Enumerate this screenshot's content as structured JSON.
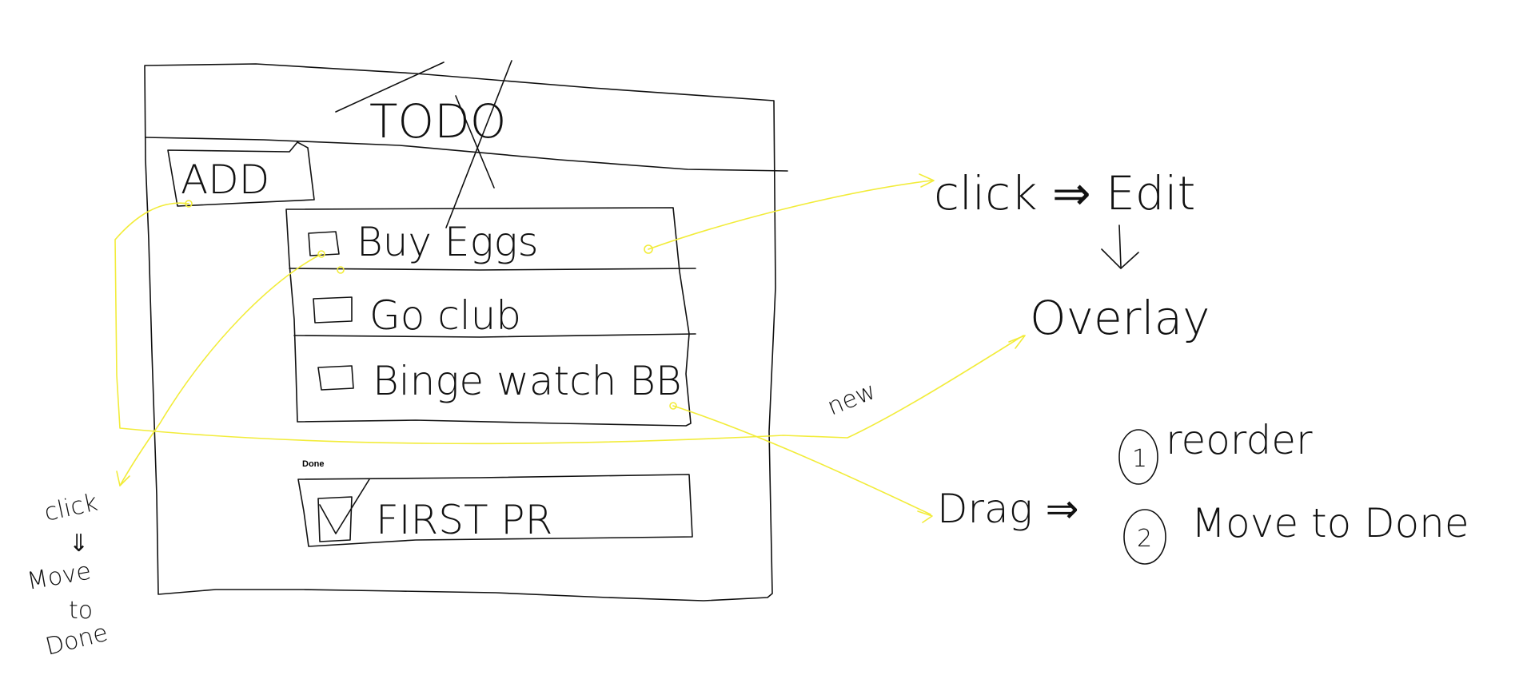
{
  "wireframe": {
    "title": "TODO",
    "add_button": "ADD",
    "todo_items": [
      {
        "label": "Buy Eggs",
        "checked": false
      },
      {
        "label": "Go club",
        "checked": false
      },
      {
        "label": "Binge watch BB",
        "checked": false
      }
    ],
    "done_section_label": "Done",
    "done_items": [
      {
        "label": "FIRST PR",
        "checked": true
      }
    ]
  },
  "annotations": {
    "click_edit": "click ⇒ Edit",
    "overlay": "Overlay",
    "new_label": "new",
    "drag": "Drag ⇒",
    "reorder_num": "1",
    "reorder": "reorder",
    "move_num": "2",
    "move_to_done": "Move to Done",
    "checkbox_click": [
      "click",
      "⇓",
      "Move",
      "to",
      "Done"
    ]
  },
  "colors": {
    "ink": "#111111",
    "highlight_yellow": "#f2ec3a"
  }
}
